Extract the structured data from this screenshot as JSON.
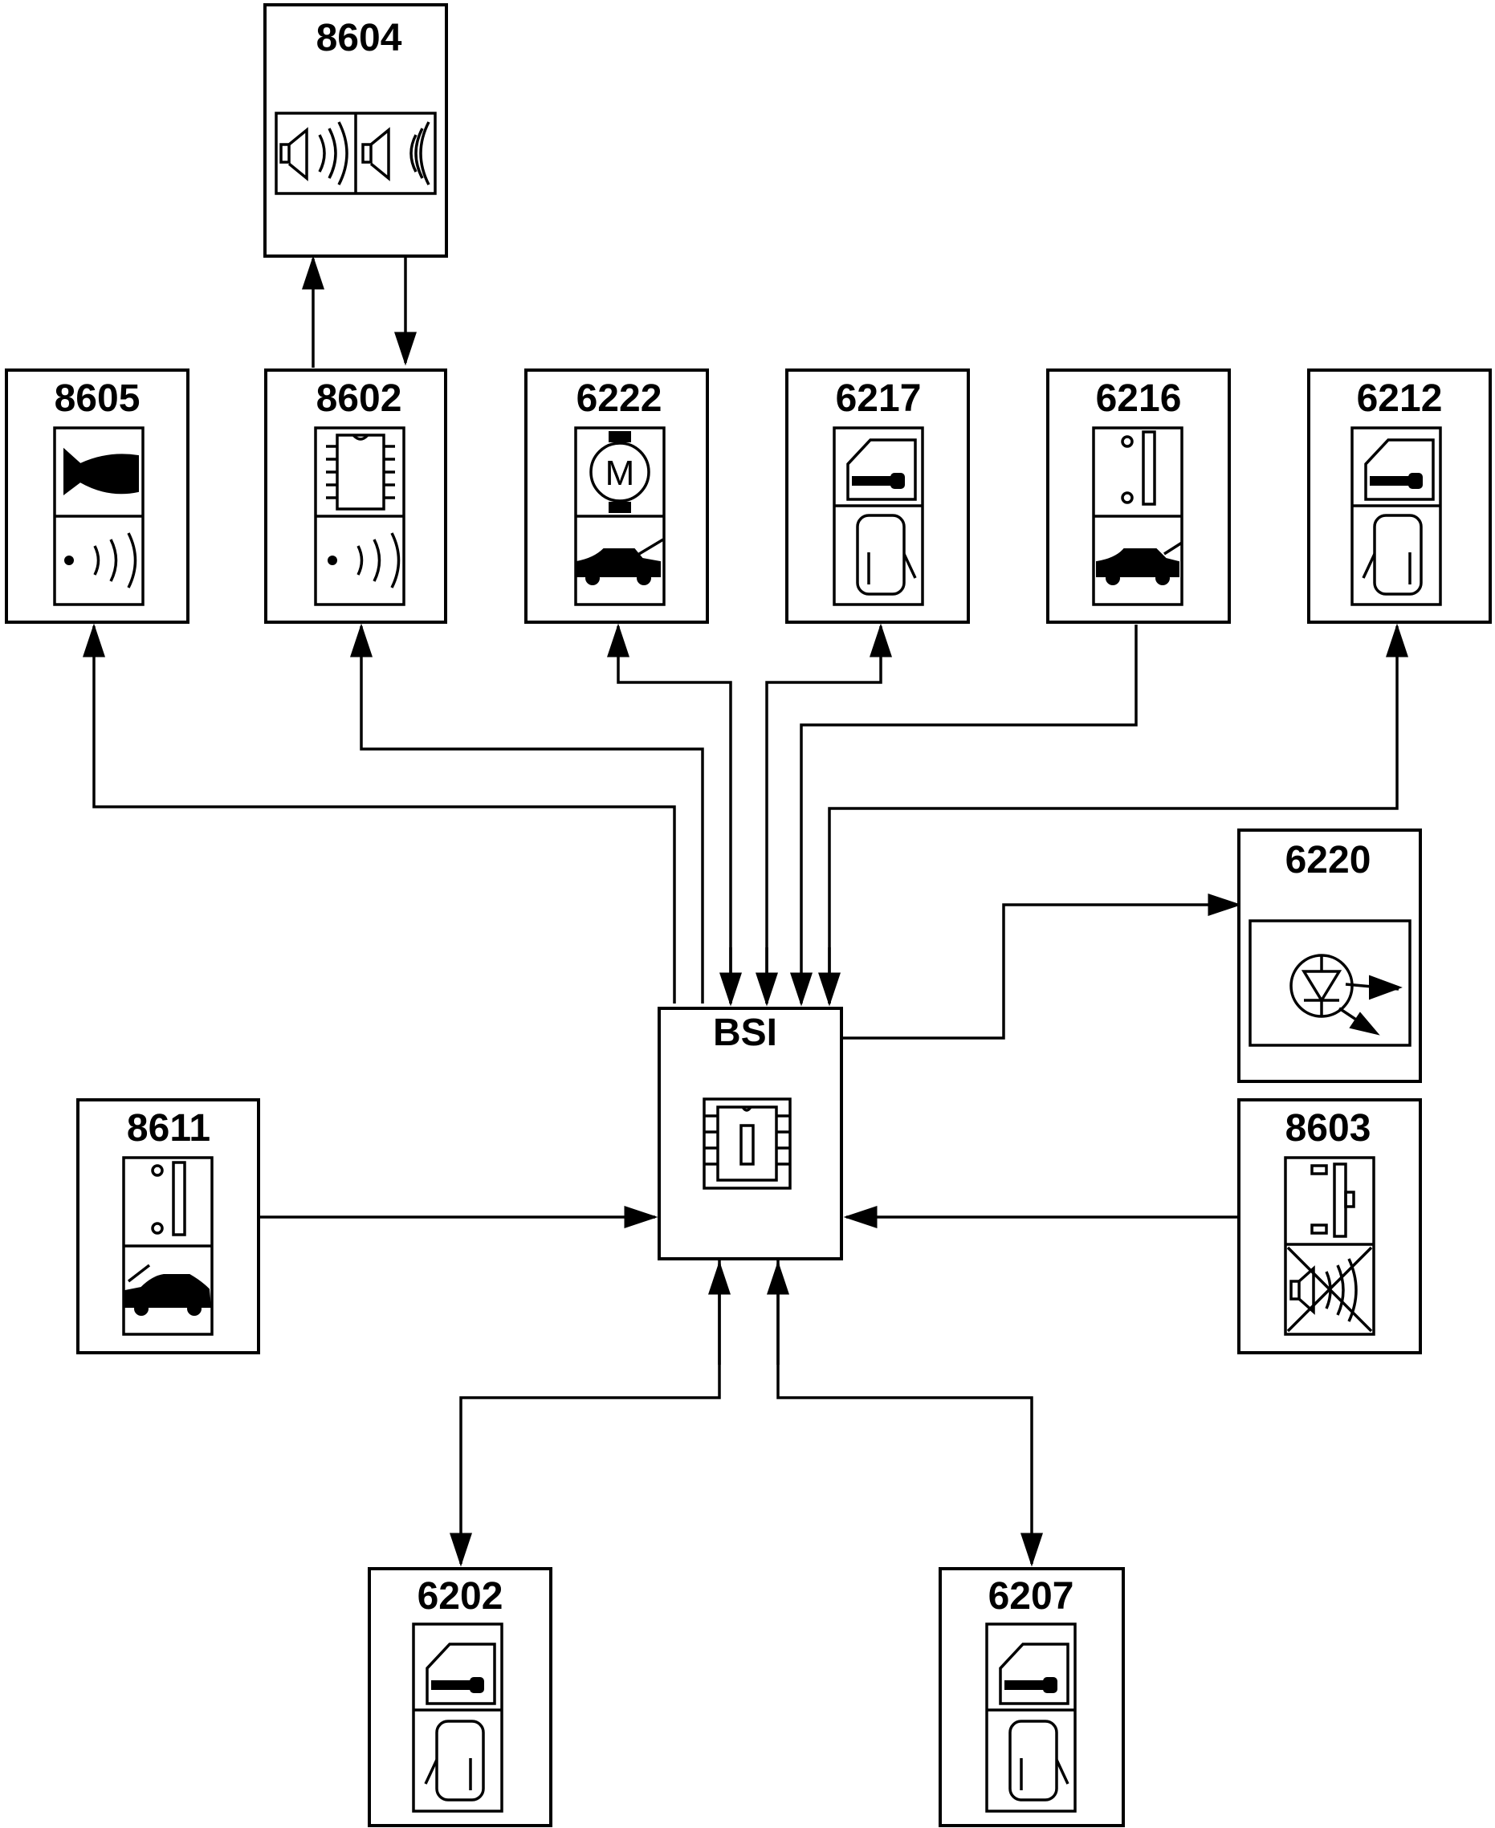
{
  "central_unit": {
    "label": "BSI"
  },
  "components": [
    {
      "id": "8604",
      "label": "8604",
      "icons": [
        "speakers-icon"
      ]
    },
    {
      "id": "8605",
      "label": "8605",
      "icons": [
        "siren-horn-icon",
        "ultrasonic-sensor-icon"
      ]
    },
    {
      "id": "8602",
      "label": "8602",
      "icons": [
        "chip-icon",
        "ultrasonic-sensor-icon"
      ]
    },
    {
      "id": "6222",
      "label": "6222",
      "icons": [
        "motor-icon",
        "car-hood-open-icon"
      ]
    },
    {
      "id": "6217",
      "label": "6217",
      "icons": [
        "door-lock-icon",
        "door-open-icon"
      ]
    },
    {
      "id": "6216",
      "label": "6216",
      "icons": [
        "switch-icon",
        "car-trunk-open-icon"
      ]
    },
    {
      "id": "6212",
      "label": "6212",
      "icons": [
        "door-lock-icon",
        "door-open-icon"
      ]
    },
    {
      "id": "6220",
      "label": "6220",
      "icons": [
        "led-icon"
      ]
    },
    {
      "id": "8611",
      "label": "8611",
      "icons": [
        "switch-icon",
        "car-hood-open-icon"
      ]
    },
    {
      "id": "8603",
      "label": "8603",
      "icons": [
        "key-switch-icon",
        "alarm-off-icon"
      ]
    },
    {
      "id": "6202",
      "label": "6202",
      "icons": [
        "door-lock-icon",
        "door-open-icon"
      ]
    },
    {
      "id": "6207",
      "label": "6207",
      "icons": [
        "door-lock-icon",
        "door-open-icon"
      ]
    }
  ],
  "connections": [
    {
      "from": "8602",
      "to": "8604"
    },
    {
      "from": "8604",
      "to": "8602"
    },
    {
      "from": "BSI",
      "to": "8605"
    },
    {
      "from": "BSI",
      "to": "8602"
    },
    {
      "from": "BSI",
      "to": "6222"
    },
    {
      "from": "6222",
      "to": "BSI"
    },
    {
      "from": "BSI",
      "to": "6217"
    },
    {
      "from": "6217",
      "to": "BSI"
    },
    {
      "from": "6216",
      "to": "BSI"
    },
    {
      "from": "BSI",
      "to": "6212"
    },
    {
      "from": "6212",
      "to": "BSI"
    },
    {
      "from": "BSI",
      "to": "6220"
    },
    {
      "from": "8611",
      "to": "BSI"
    },
    {
      "from": "8603",
      "to": "BSI"
    },
    {
      "from": "BSI",
      "to": "6202"
    },
    {
      "from": "6202",
      "to": "BSI"
    },
    {
      "from": "BSI",
      "to": "6207"
    },
    {
      "from": "6207",
      "to": "BSI"
    }
  ]
}
